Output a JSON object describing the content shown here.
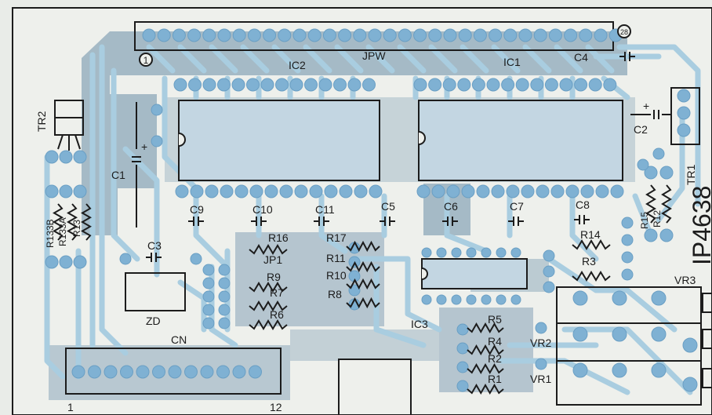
{
  "board": {
    "part_number": "IP4638",
    "pin1_marker": "1",
    "pin28_marker": "28"
  },
  "labels": {
    "ic1": "IC1",
    "ic2": "IC2",
    "ic3": "IC3",
    "jpw": "JPW",
    "jp1": "JP1",
    "tr1": "TR1",
    "tr2": "TR2",
    "zd": "ZD",
    "cn": "CN",
    "cn_pin1": "1",
    "cn_pin12": "12",
    "c1": "C1",
    "c2": "C2",
    "c3": "C3",
    "c4": "C4",
    "c5": "C5",
    "c6": "C6",
    "c7": "C7",
    "c8": "C8",
    "c9": "C9",
    "c10": "C10",
    "c11": "C11",
    "r1": "R1",
    "r2": "R2",
    "r3": "R3",
    "r4": "R4",
    "r5": "R5",
    "r6": "R6",
    "r7": "R7",
    "r8": "R8",
    "r9": "R9",
    "r10": "R10",
    "r11": "R11",
    "r12": "R12",
    "r13": "R13",
    "r14": "R14",
    "r15": "R15",
    "r16": "R16",
    "r17": "R17",
    "r133a": "R133A",
    "r133b": "R133B",
    "vr1": "VR1",
    "vr2": "VR2",
    "vr3": "VR3",
    "plus": "+"
  },
  "colors": {
    "background": "#e9ece8",
    "copper_trace": "#a9cde0",
    "ground_fill": "#98b0c0",
    "pad": "#7fb1d3",
    "silkscreen": "#1c1c1c"
  }
}
